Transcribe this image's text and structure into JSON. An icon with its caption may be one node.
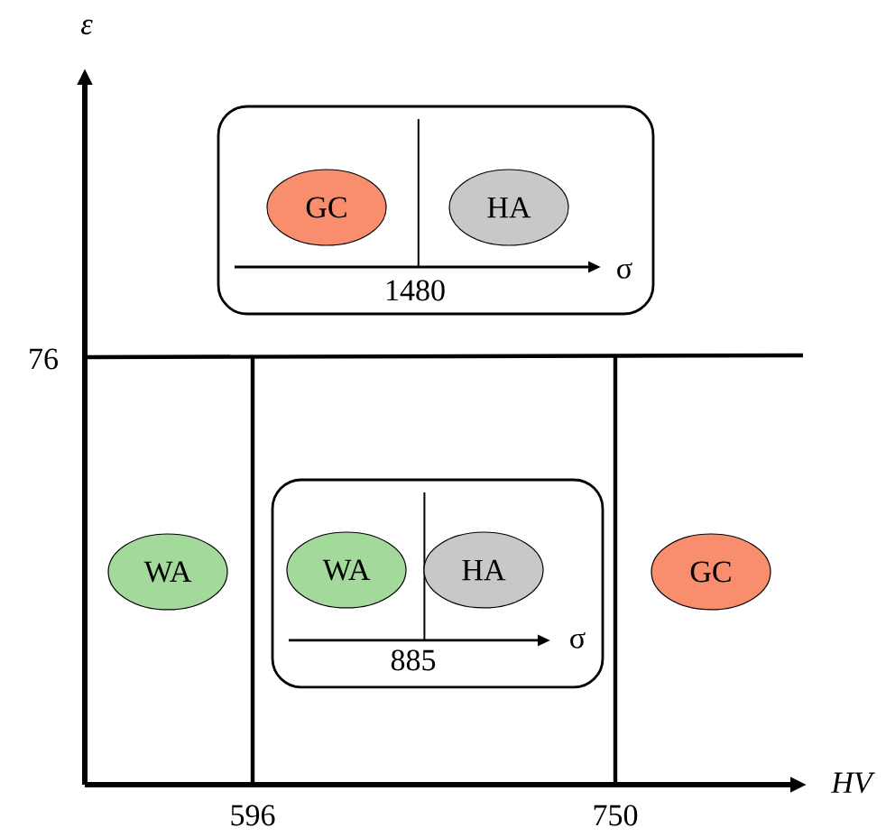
{
  "diagram": {
    "nodes": [
      {
        "text": [],
        "shape": "box"
      },
      {
        "text": [
          "GC"
        ],
        "in": 0
      },
      {
        "text": [
          "HA"
        ],
        "in": 0
      },
      {
        "text": [
          "WA"
        ]
      },
      {
        "text": [],
        "shape": "box"
      },
      {
        "text": [
          "WA"
        ],
        "in": 4
      },
      {
        "text": [
          "HA"
        ],
        "in": 4
      },
      {
        "text": [
          "GC"
        ]
      }
    ],
    "labels": [
      "ε",
      "σ",
      "1480",
      "76",
      "σ",
      "885",
      "HV",
      "596",
      "750"
    ]
  }
}
